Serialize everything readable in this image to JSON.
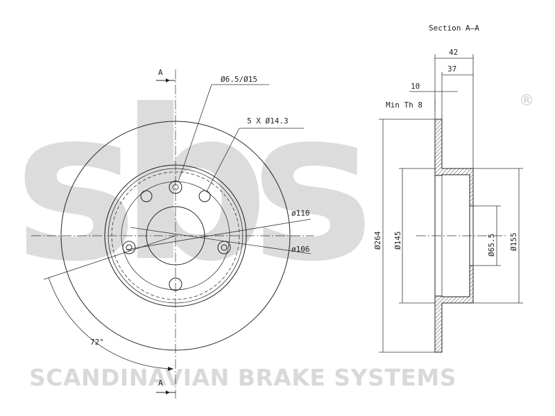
{
  "watermark": {
    "logo_text": "sbs",
    "registered_mark": "®",
    "company_name": "SCANDINAVIAN BRAKE SYSTEMS"
  },
  "front_view": {
    "section_mark_top": "A",
    "section_mark_bottom": "A",
    "hole_label": "Ø6.5/Ø15",
    "bolt_holes_label": "5 X Ø14.3",
    "pcd_outer_label": "ø110",
    "pcd_inner_label": "ø106",
    "angle_label": "72°"
  },
  "section_view": {
    "title": "Section A–A",
    "width_total": "42",
    "width_hat": "37",
    "disc_thickness": "10",
    "min_thickness": "Min Th 8",
    "outer_diameter": "Ø264",
    "diameter_145": "Ø145",
    "diameter_155": "Ø155",
    "centre_bore": "Ø65.5"
  },
  "colors": {
    "line": "#222222",
    "watermark": "#d9d9d9",
    "hatch": "#444444"
  }
}
